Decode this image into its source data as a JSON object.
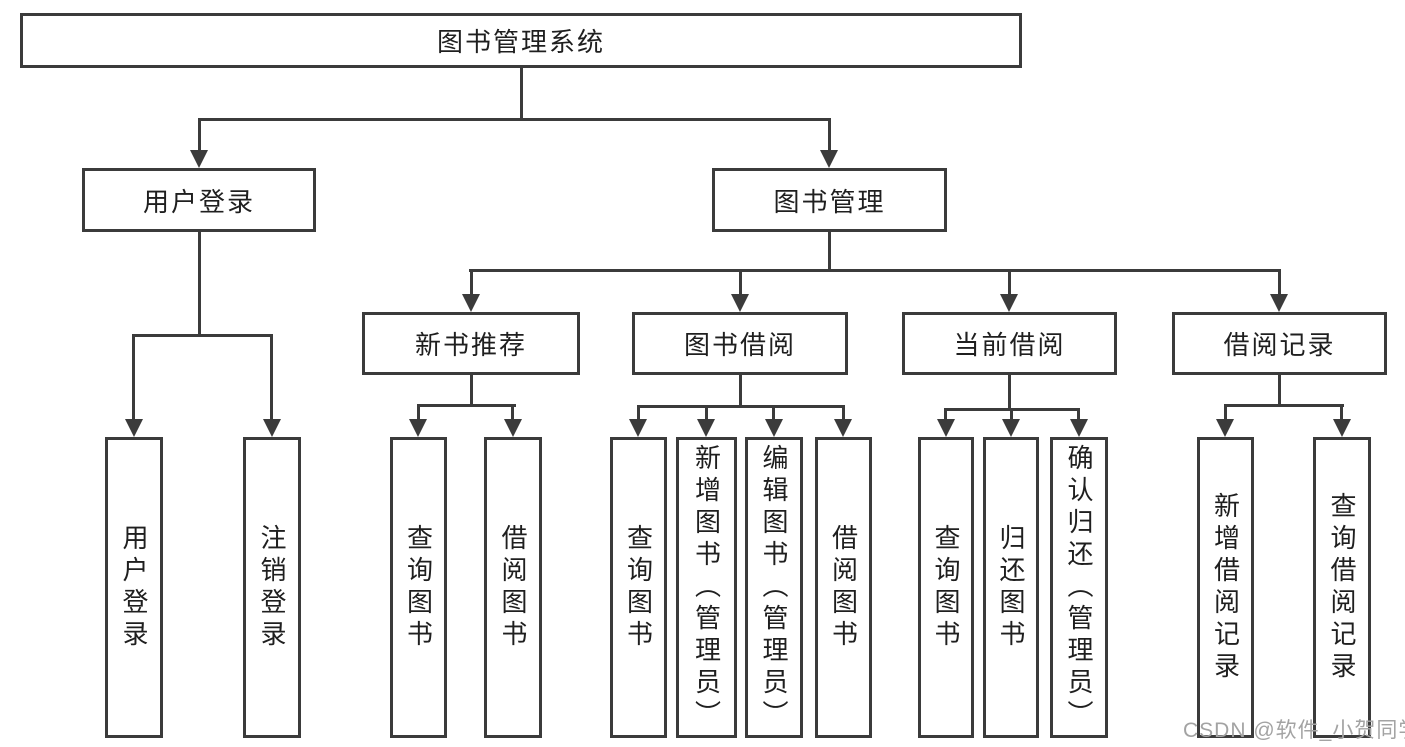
{
  "diagram": {
    "root": {
      "label": "图书管理系统"
    },
    "level2": [
      {
        "label": "用户登录"
      },
      {
        "label": "图书管理"
      }
    ],
    "level3": [
      {
        "label": "新书推荐"
      },
      {
        "label": "图书借阅"
      },
      {
        "label": "当前借阅"
      },
      {
        "label": "借阅记录"
      }
    ],
    "leaves": {
      "user_login": [
        "用户登录",
        "注销登录"
      ],
      "new_book": [
        "查询图书",
        "借阅图书"
      ],
      "book_borrow": [
        "查询图书",
        "新增图书（管理员）",
        "编辑图书（管理员）",
        "借阅图书"
      ],
      "current_borrow": [
        "查询图书",
        "归还图书",
        "确认归还（管理员）"
      ],
      "borrow_record": [
        "新增借阅记录",
        "查询借阅记录"
      ]
    }
  },
  "watermark": {
    "text": "CSDN @软件_小贺同学"
  },
  "colors": {
    "line": "#3b3b3b",
    "text": "#1f1f1f",
    "watermark": "#a3a3a3"
  }
}
